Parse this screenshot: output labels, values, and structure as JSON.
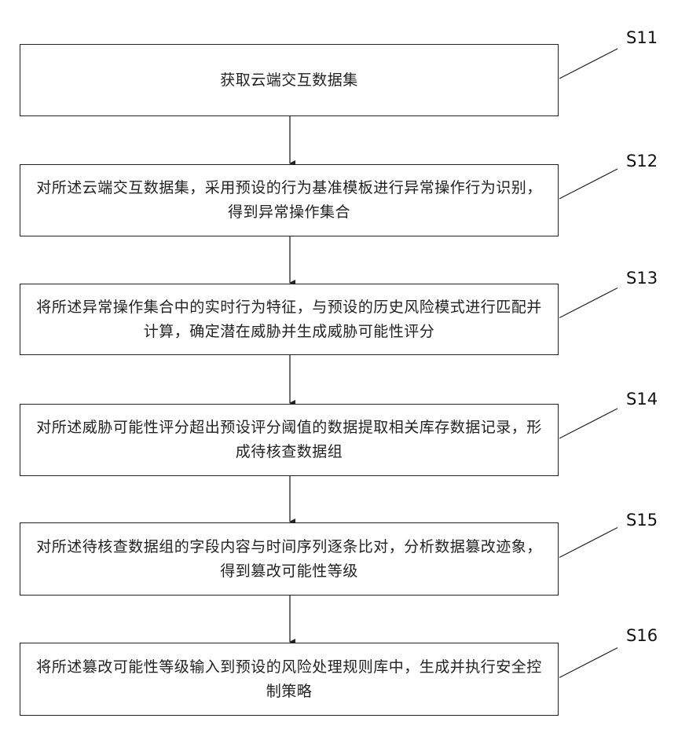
{
  "flowchart": {
    "steps": [
      {
        "label": "S11",
        "text": "获取云端交互数据集"
      },
      {
        "label": "S12",
        "text": "对所述云端交互数据集，采用预设的行为基准模板进行异常操作行为识别，得到异常操作集合"
      },
      {
        "label": "S13",
        "text": "将所述异常操作集合中的实时行为特征，与预设的历史风险模式进行匹配并计算，确定潜在威胁并生成威胁可能性评分"
      },
      {
        "label": "S14",
        "text": "对所述威胁可能性评分超出预设评分阈值的数据提取相关库存数据记录，形成待核查数据组"
      },
      {
        "label": "S15",
        "text": "对所述待核查数据组的字段内容与时间序列逐条比对，分析数据篡改迹象，得到篡改可能性等级"
      },
      {
        "label": "S16",
        "text": "将所述篡改可能性等级输入到预设的风险处理规则库中，生成并执行安全控制策略"
      }
    ],
    "line_color": "#222222"
  }
}
